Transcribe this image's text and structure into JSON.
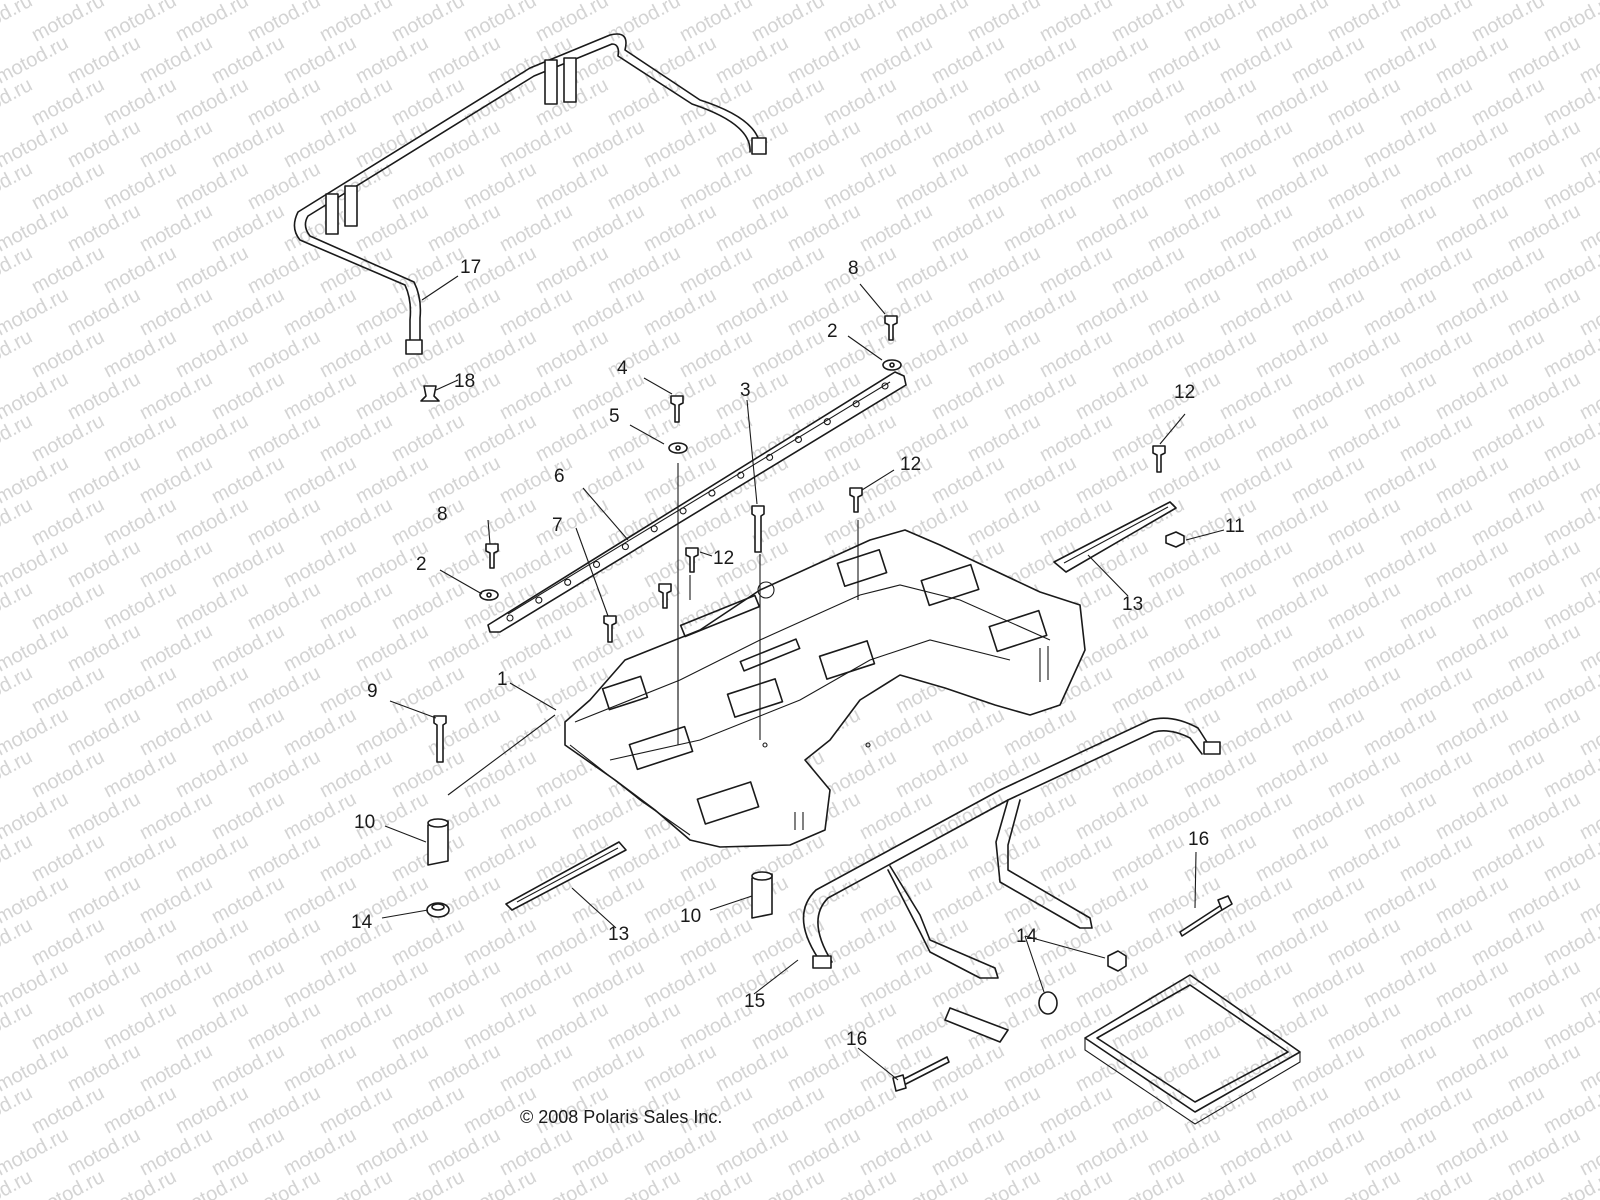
{
  "watermark": {
    "text": "motod.ru"
  },
  "copyright": "© 2008 Polaris Sales Inc.",
  "callouts": {
    "c17": "17",
    "c18": "18",
    "c8a": "8",
    "c2a": "2",
    "c4": "4",
    "c5": "5",
    "c3": "3",
    "c6": "6",
    "c7": "7",
    "c12a": "12",
    "c12b": "12",
    "c12c": "12",
    "c11": "11",
    "c13a": "13",
    "c8b": "8",
    "c2b": "2",
    "c1": "1",
    "c9": "9",
    "c10a": "10",
    "c10b": "10",
    "c14a": "14",
    "c14b": "14",
    "c13b": "13",
    "c15": "15",
    "c16a": "16",
    "c16b": "16"
  }
}
